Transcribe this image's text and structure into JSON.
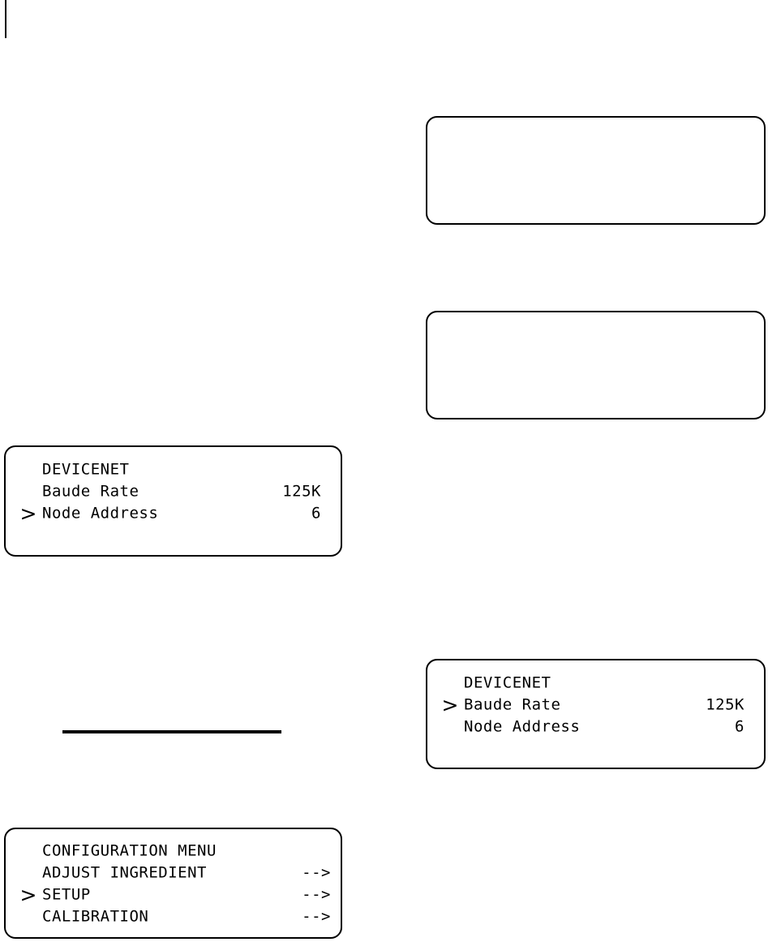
{
  "page": {
    "background_color": "#ffffff",
    "ink_color": "#000000",
    "crop_mark": "vertical-rule",
    "section_rule": "horizontal-rule"
  },
  "panels": [
    {
      "id": "blank-top",
      "kind": "lcd-screen",
      "state": "empty",
      "rows": []
    },
    {
      "id": "blank-middle",
      "kind": "lcd-screen",
      "state": "empty",
      "rows": []
    },
    {
      "id": "devicenet-node",
      "kind": "lcd-screen",
      "title": "DEVICENET",
      "cursor_glyph": ">",
      "selected_index": 2,
      "rows": [
        {
          "cursor": "",
          "label": "DEVICENET",
          "value": ""
        },
        {
          "cursor": "",
          "label": "Baude Rate",
          "value": "125K"
        },
        {
          "cursor": ">",
          "label": "Node Address",
          "value": "6"
        }
      ]
    },
    {
      "id": "devicenet-baud",
      "kind": "lcd-screen",
      "title": "DEVICENET",
      "cursor_glyph": ">",
      "selected_index": 1,
      "rows": [
        {
          "cursor": "",
          "label": "DEVICENET",
          "value": ""
        },
        {
          "cursor": ">",
          "label": "Baude Rate",
          "value": "125K"
        },
        {
          "cursor": "",
          "label": "Node Address",
          "value": "6"
        }
      ]
    },
    {
      "id": "config-menu",
      "kind": "lcd-screen",
      "title": "CONFIGURATION MENU",
      "cursor_glyph": ">",
      "selected_index": 2,
      "rows": [
        {
          "cursor": "",
          "label": "CONFIGURATION MENU",
          "value": ""
        },
        {
          "cursor": "",
          "label": "ADJUST INGREDIENT",
          "value": "-->"
        },
        {
          "cursor": ">",
          "label": "SETUP",
          "value": "-->"
        },
        {
          "cursor": "",
          "label": "CALIBRATION",
          "value": "-->"
        }
      ]
    }
  ]
}
